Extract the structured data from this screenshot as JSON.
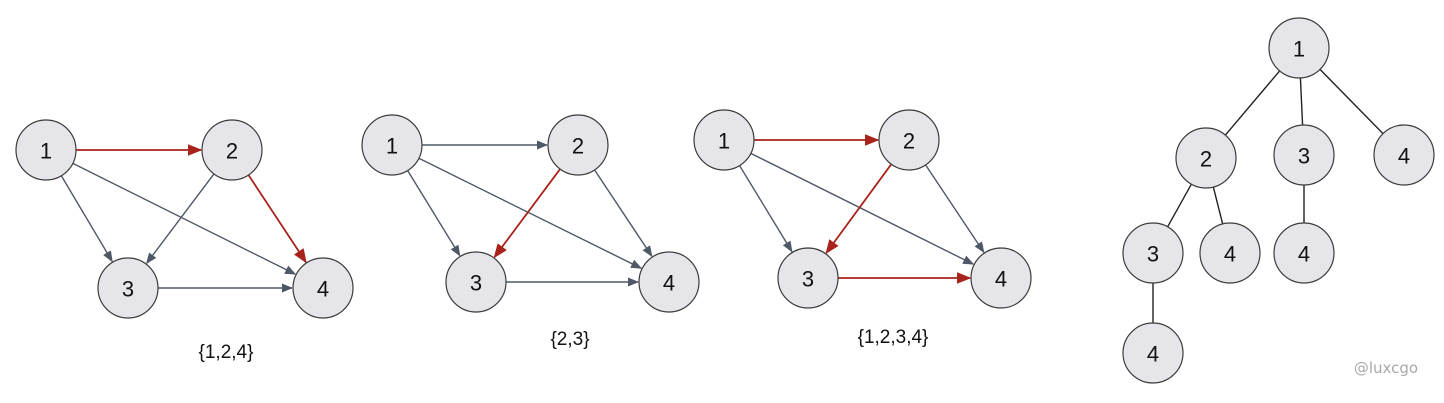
{
  "colors": {
    "edge_default": "#4f5866",
    "edge_highlight": "#a8231c",
    "tree_edge": "#222222",
    "node_fill": "#e6e6ea",
    "node_stroke": "#3b3b3b",
    "watermark": "#a8a8a8"
  },
  "graphs": [
    {
      "nodes": [
        "1",
        "2",
        "3",
        "4"
      ],
      "edges": [
        {
          "from": "1",
          "to": "2",
          "highlight": true
        },
        {
          "from": "1",
          "to": "3",
          "highlight": false
        },
        {
          "from": "1",
          "to": "4",
          "highlight": false
        },
        {
          "from": "2",
          "to": "3",
          "highlight": false
        },
        {
          "from": "2",
          "to": "4",
          "highlight": true
        },
        {
          "from": "3",
          "to": "4",
          "highlight": false
        }
      ],
      "caption": "{1,2,4}"
    },
    {
      "nodes": [
        "1",
        "2",
        "3",
        "4"
      ],
      "edges": [
        {
          "from": "1",
          "to": "2",
          "highlight": false
        },
        {
          "from": "1",
          "to": "3",
          "highlight": false
        },
        {
          "from": "1",
          "to": "4",
          "highlight": false
        },
        {
          "from": "2",
          "to": "3",
          "highlight": true
        },
        {
          "from": "2",
          "to": "4",
          "highlight": false
        },
        {
          "from": "3",
          "to": "4",
          "highlight": false
        }
      ],
      "caption": "{2,3}"
    },
    {
      "nodes": [
        "1",
        "2",
        "3",
        "4"
      ],
      "edges": [
        {
          "from": "1",
          "to": "2",
          "highlight": true
        },
        {
          "from": "1",
          "to": "3",
          "highlight": false
        },
        {
          "from": "1",
          "to": "4",
          "highlight": false
        },
        {
          "from": "2",
          "to": "3",
          "highlight": true
        },
        {
          "from": "2",
          "to": "4",
          "highlight": false
        },
        {
          "from": "3",
          "to": "4",
          "highlight": true
        }
      ],
      "caption": "{1,2,3,4}"
    }
  ],
  "tree": {
    "nodes": [
      {
        "id": "t1",
        "label": "1"
      },
      {
        "id": "t2",
        "label": "2"
      },
      {
        "id": "t3",
        "label": "3"
      },
      {
        "id": "t4",
        "label": "4"
      },
      {
        "id": "t23",
        "label": "3"
      },
      {
        "id": "t24",
        "label": "4"
      },
      {
        "id": "t34",
        "label": "4"
      },
      {
        "id": "t234",
        "label": "4"
      }
    ],
    "edges": [
      [
        "t1",
        "t2"
      ],
      [
        "t1",
        "t3"
      ],
      [
        "t1",
        "t4"
      ],
      [
        "t2",
        "t23"
      ],
      [
        "t2",
        "t24"
      ],
      [
        "t3",
        "t34"
      ],
      [
        "t23",
        "t234"
      ]
    ]
  },
  "watermark": "@luxcgo"
}
